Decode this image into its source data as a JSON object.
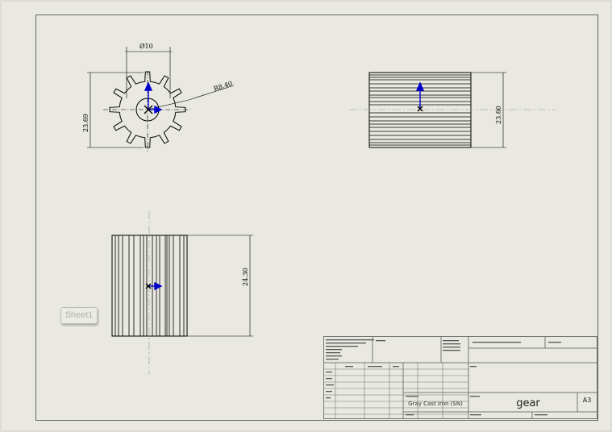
{
  "views": {
    "front": {
      "bore_dim": "Ø10",
      "radius_dim": "R8.40",
      "height_dim": "23.69"
    },
    "side": {
      "height_dim": "23.60"
    },
    "bottom": {
      "height_dim": "24.30"
    }
  },
  "title_block": {
    "material": "Gray Cast Iron (SN)",
    "part_name": "gear",
    "size": "A3"
  },
  "sheet_tab": {
    "label": "Sheet1"
  },
  "colors": {
    "background": "#e9e9e1",
    "line": "#000000",
    "datum_arrow": "#0000cc",
    "frame": "#555555"
  }
}
